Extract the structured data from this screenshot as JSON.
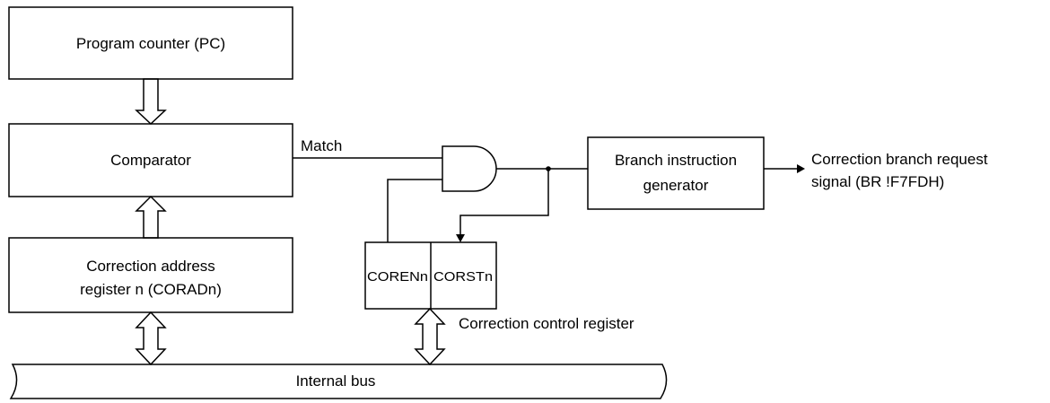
{
  "blocks": {
    "program_counter": "Program counter (PC)",
    "comparator": "Comparator",
    "correction_address_line1": "Correction address",
    "correction_address_line2": "register n (CORADn)",
    "branch_generator_line1": "Branch instruction",
    "branch_generator_line2": "generator",
    "coren": "CORENn",
    "corst": "CORSTn",
    "internal_bus": "Internal bus"
  },
  "labels": {
    "match": "Match",
    "correction_control_register": "Correction control register",
    "output_signal_line1": "Correction branch request",
    "output_signal_line2": "signal (BR !F7FDH)"
  },
  "colors": {
    "line": "#000000",
    "background": "#ffffff"
  }
}
